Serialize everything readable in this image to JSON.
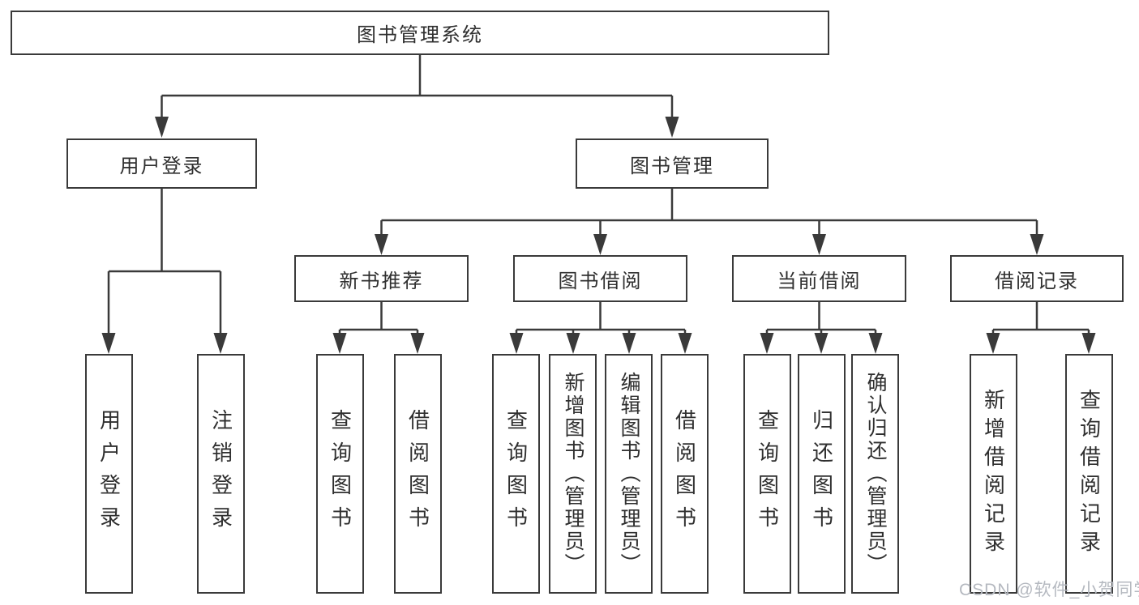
{
  "diagram": {
    "title": "图书管理系统",
    "root": "图书管理系统",
    "level2": {
      "user_login": "用户登录",
      "book_mgmt": "图书管理"
    },
    "level3": {
      "new_books": "新书推荐",
      "borrow": "图书借阅",
      "current": "当前借阅",
      "records": "借阅记录"
    },
    "leaves": {
      "user_login": [
        "用户登录",
        "注销登录"
      ],
      "new_books": [
        "查询图书",
        "借阅图书"
      ],
      "borrow": [
        "查询图书",
        "新增图书（管理员）",
        "编辑图书（管理员）",
        "借阅图书"
      ],
      "current": [
        "查询图书",
        "归还图书",
        "确认归还（管理员）"
      ],
      "records": [
        "新增借阅记录",
        "查询借阅记录"
      ]
    },
    "colors": {
      "ink": "#3a3a3a",
      "text": "#2f2f2f",
      "background": "#ffffff",
      "watermark": "#b5b9c0"
    }
  },
  "watermark": "CSDN @软件_小贺同学"
}
